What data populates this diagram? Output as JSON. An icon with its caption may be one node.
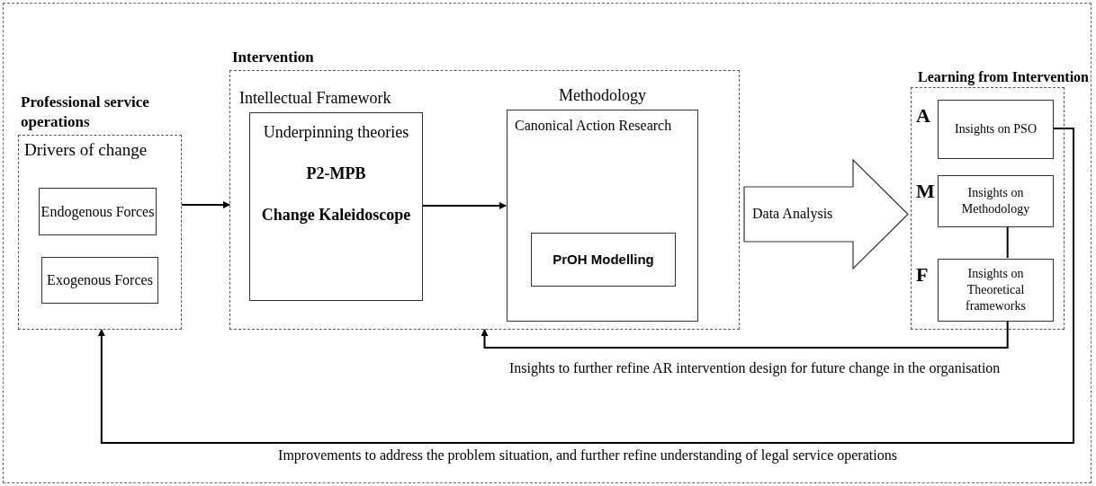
{
  "diagram": {
    "nodes": [
      {
        "text": [
          "Professional service operations",
          "Drivers of change"
        ]
      },
      {
        "text": [
          "Endogenous Forces"
        ],
        "in": 0
      },
      {
        "text": [
          "Exogenous Forces"
        ],
        "in": 0
      },
      {
        "text": [
          "Intervention"
        ]
      },
      {
        "text": [
          "Intellectual Framework",
          "Underpinning theories",
          "P2-MPB",
          "Change Kaleidoscope"
        ],
        "in": 3
      },
      {
        "text": [
          "Methodology",
          "Canonical Action Research"
        ],
        "in": 3
      },
      {
        "text": [
          "PrOH Modelling"
        ],
        "in": 5
      },
      {
        "text": [
          "Data Analysis"
        ]
      },
      {
        "text": [
          "Learning from Intervention"
        ]
      },
      {
        "text": [
          "Insights on PSO"
        ],
        "in": 8,
        "beside": [
          "A"
        ]
      },
      {
        "text": [
          "Insights on Methodology"
        ],
        "in": 8,
        "beside": [
          "M"
        ]
      },
      {
        "text": [
          "Insights on Theoretical frameworks"
        ],
        "in": 8,
        "beside": [
          "F"
        ]
      }
    ],
    "edges": [
      {
        "from": 0,
        "to": 3,
        "arrow": "to"
      },
      {
        "from": 4,
        "to": 5,
        "arrow": "to"
      },
      {
        "from": 10,
        "to": 11,
        "arrow": "none"
      },
      {
        "from": 11,
        "to": 3,
        "arrow": "to",
        "label": "Insights to further refine AR intervention design for future change in the organisation"
      },
      {
        "from": 9,
        "to": 0,
        "arrow": "to",
        "label": "Improvements to address the problem situation, and further refine understanding of legal service operations"
      }
    ]
  }
}
